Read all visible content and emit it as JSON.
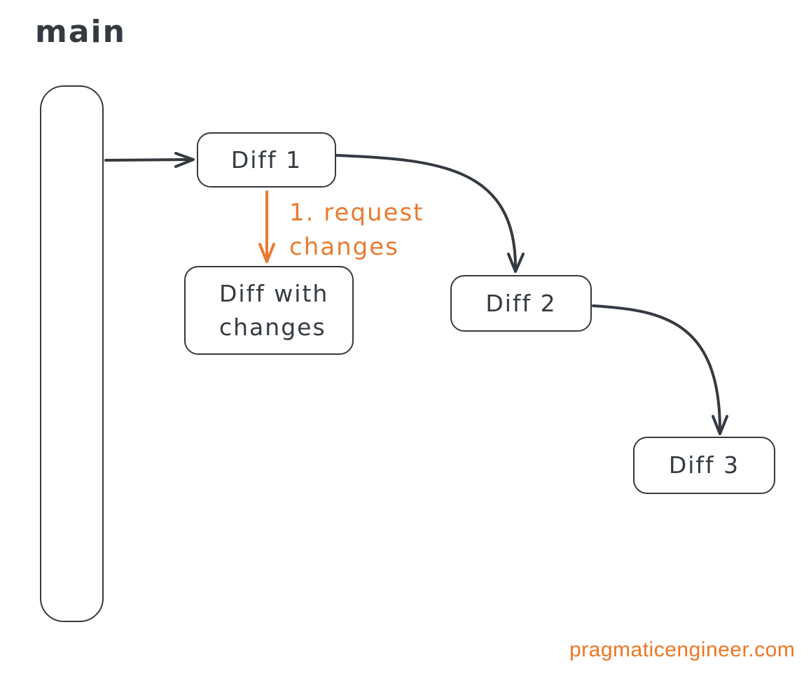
{
  "colors": {
    "ink": "#343a40",
    "accent_orange": "#e87b30",
    "watermark_orange": "#ee7623",
    "background": "#ffffff"
  },
  "diagram": {
    "branch_label": "main",
    "nodes": [
      {
        "id": "diff1",
        "label": "Diff 1"
      },
      {
        "id": "diff-with-changes",
        "label": "Diff with changes"
      },
      {
        "id": "diff2",
        "label": "Diff 2"
      },
      {
        "id": "diff3",
        "label": "Diff 3"
      }
    ],
    "edges": [
      {
        "from": "main",
        "to": "diff1",
        "style": "dark-arrow"
      },
      {
        "from": "diff1",
        "to": "diff-with-changes",
        "style": "orange-arrow",
        "label": "1. request\nchanges"
      },
      {
        "from": "diff1",
        "to": "diff2",
        "style": "dark-curved-arrow"
      },
      {
        "from": "diff2",
        "to": "diff3",
        "style": "dark-curved-arrow"
      }
    ],
    "annotation": "1. request\nchanges"
  },
  "watermark": {
    "text": "pragmaticengineer.com"
  }
}
